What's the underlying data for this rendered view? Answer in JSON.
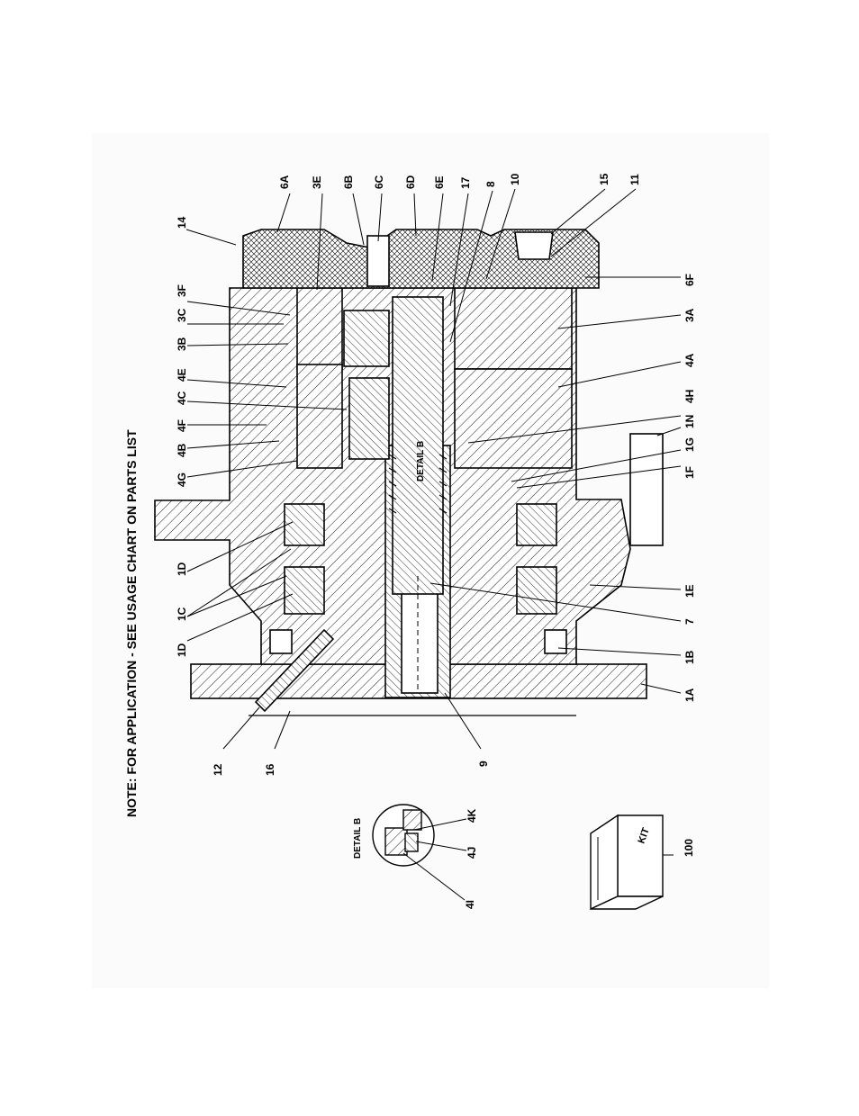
{
  "note": "NOTE:  FOR  APPLICATION - SEE USAGE CHART  ON PARTS LIST",
  "callouts": {
    "c14": "14",
    "c6A": "6A",
    "c3E": "3E",
    "c6B": "6B",
    "c6C": "6C",
    "c6D": "6D",
    "c6E": "6E",
    "c17": "17",
    "c8": "8",
    "c10": "10",
    "c15": "15",
    "c11": "11",
    "c3F": "3F",
    "c3C": "3C",
    "c3B": "3B",
    "c4E": "4E",
    "c4C": "4C",
    "c4F": "4F",
    "c4B": "4B",
    "c4G": "4G",
    "c1D_top": "1D",
    "c1C": "1C",
    "c1D_bot": "1D",
    "c12": "12",
    "c16": "16",
    "c9": "9",
    "c6F": "6F",
    "c3A": "3A",
    "c4A": "4A",
    "c4H": "4H",
    "c1N": "1N",
    "c1G": "1G",
    "c1F": "1F",
    "c1E": "1E",
    "c7": "7",
    "c1B": "1B",
    "c1A": "1A",
    "c4K": "4K",
    "c4J": "4J",
    "c4I": "4I",
    "c100": "100"
  },
  "detail_b_main": "DETAIL B",
  "detail_b_inset": "DETAIL B",
  "kit_label": "KIT"
}
